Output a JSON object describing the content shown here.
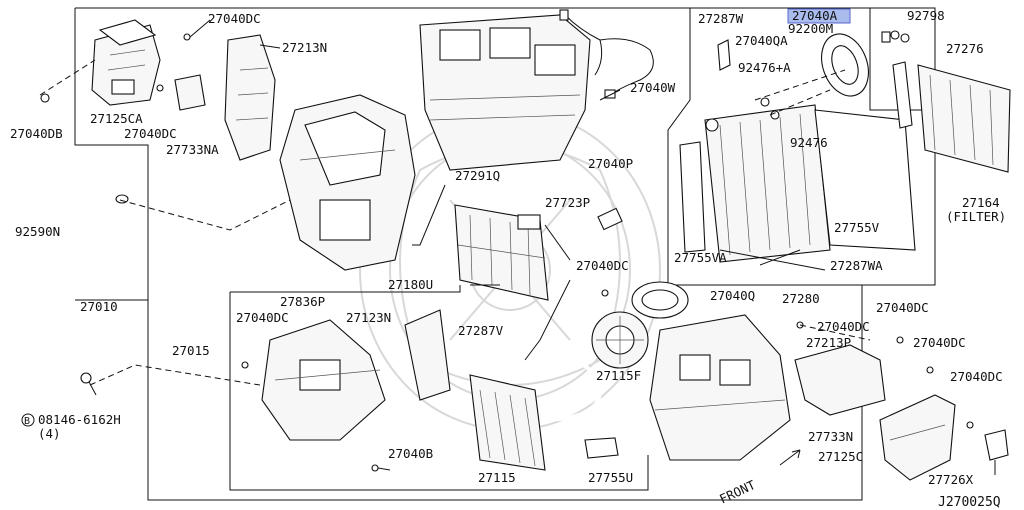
{
  "diagram_code": "J270025Q",
  "labels": {
    "l27040DC_1": "27040DC",
    "l27213N": "27213N",
    "l27125CA": "27125CA",
    "l27040DC_2": "27040DC",
    "l27733NA": "27733NA",
    "l27040DB": "27040DB",
    "l92590N": "92590N",
    "l27010": "27010",
    "l27015": "27015",
    "l27040DC_3": "27040DC",
    "l27836P": "27836P",
    "l27123N": "27123N",
    "l08146": "08146-6162H",
    "l08146_qty": "(4)",
    "l08146_mark": "B",
    "l27040B": "27040B",
    "l27115": "27115",
    "l27755U": "27755U",
    "l27291Q": "27291Q",
    "l27180U": "27180U",
    "l27287V": "27287V",
    "l27723P": "27723P",
    "l27040P": "27040P",
    "l27040DC_4": "27040DC",
    "l27040Q": "27040Q",
    "l27115F": "27115F",
    "l27040W": "27040W",
    "l27287W": "27287W",
    "l27040A": "27040A",
    "l92798": "92798",
    "l92200M": "92200M",
    "l27040QA": "27040QA",
    "l92476A": "92476+A",
    "l27276": "27276",
    "l92476": "92476",
    "l27164": "27164",
    "l27164_sub": "(FILTER)",
    "l27755V": "27755V",
    "l27755VA": "27755VA",
    "l27287WA": "27287WA",
    "l27280": "27280",
    "l27040DC_5": "27040DC",
    "l27040DC_6": "27040DC",
    "l27213P": "27213P",
    "l27040DC_7": "27040DC",
    "l27040DC_8": "27040DC",
    "l27733N": "27733N",
    "l27125C": "27125C",
    "l27726X": "27726X",
    "front": "FRONT"
  },
  "colors": {
    "line": "#111111",
    "highlight": "#aabbee",
    "watermark": "#d8d8d8"
  }
}
